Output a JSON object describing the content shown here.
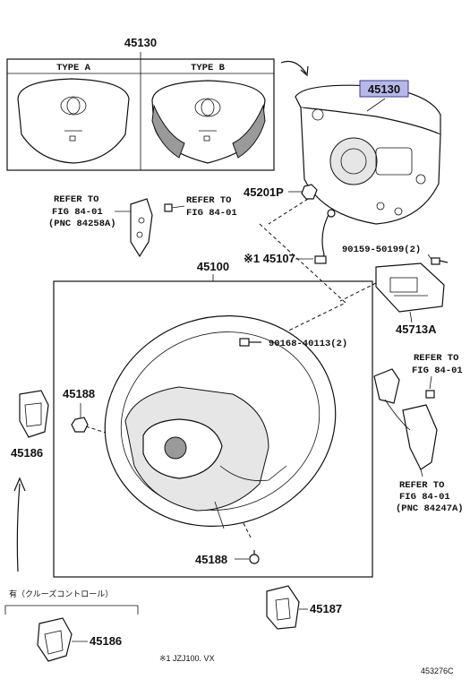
{
  "diagram_id": "453276C",
  "labels": {
    "box_top": "45130",
    "type_a": "TYPE A",
    "type_b": "TYPE B",
    "highlight": "45130",
    "p45201p": "45201P",
    "refer_left_1": "REFER TO",
    "refer_left_2": "FIG 84-01",
    "refer_left_3": "(PNC 84258A)",
    "refer_mid_1": "REFER TO",
    "refer_mid_2": "FIG 84-01",
    "p45107": "※1 45107",
    "p90159": "90159-50199(2)",
    "p45100": "45100",
    "p45713a": "45713A",
    "p90168": "90168-40113(2)",
    "refer_right_1": "REFER TO",
    "refer_right_2": "FIG 84-01",
    "p45188_a": "45188",
    "p45186_a": "45186",
    "refer_right_b1": "REFER TO",
    "refer_right_b2": "FIG 84-01",
    "refer_right_b3": "(PNC 84247A)",
    "p45188_b": "45188",
    "cruise_note": "有（クルーズコントロール）",
    "p45187": "45187",
    "p45186_b": "45186",
    "footnote": "※1 JZJ100. VX",
    "corner_code": "453276C"
  },
  "colors": {
    "highlight_fill": "#b8b8e8",
    "highlight_stroke": "#3a3a8c",
    "line": "#111111"
  }
}
